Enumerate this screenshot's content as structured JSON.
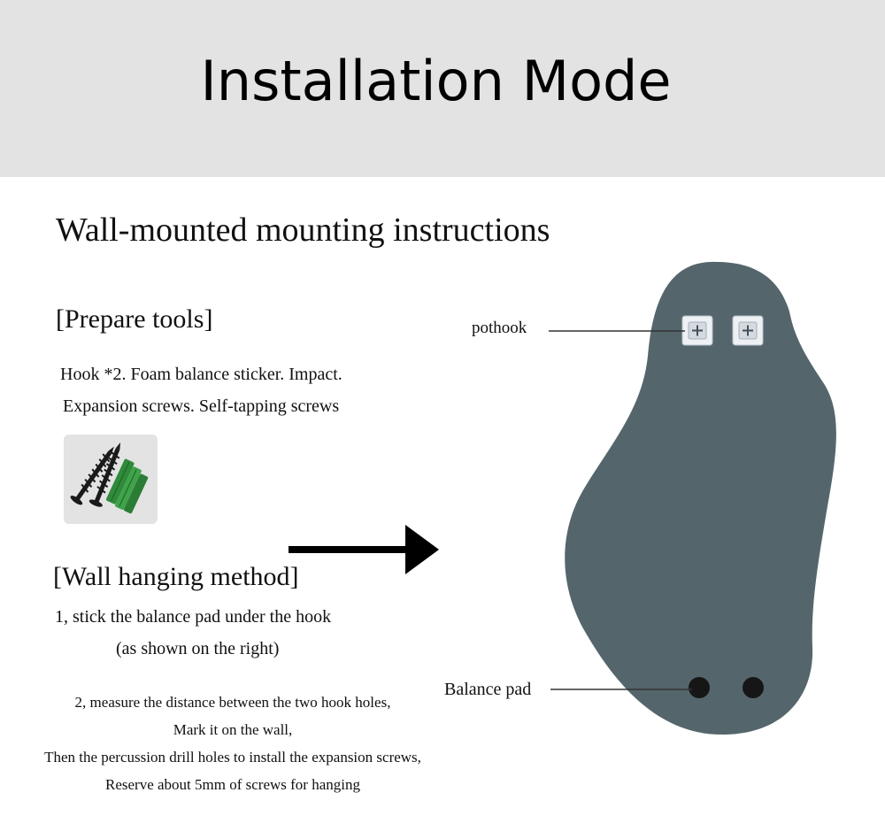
{
  "header": {
    "title": "Installation Mode"
  },
  "subtitle": "Wall-mounted mounting instructions",
  "prepare_tools": {
    "heading": "[Prepare tools]",
    "line1": "Hook *2. Foam balance sticker. Impact.",
    "line2": "Expansion screws. Self-tapping screws",
    "icon": "screws-and-anchors-icon"
  },
  "wall_hanging": {
    "heading": "[Wall hanging method]",
    "step1_line1": "1, stick the balance pad under the hook",
    "step1_line2": "(as shown on the right)",
    "step2_line1": "2, measure the distance between the two hook holes,",
    "step2_line2": "Mark it on the wall,",
    "step2_line3": "Then the percussion drill holes to install the expansion screws,",
    "step2_line4": "Reserve about 5mm of screws for hanging"
  },
  "diagram": {
    "pothook_label": "pothook",
    "balance_pad_label": "Balance pad",
    "mirror_color": "#54666c",
    "header_color": "#e3e3e3"
  }
}
